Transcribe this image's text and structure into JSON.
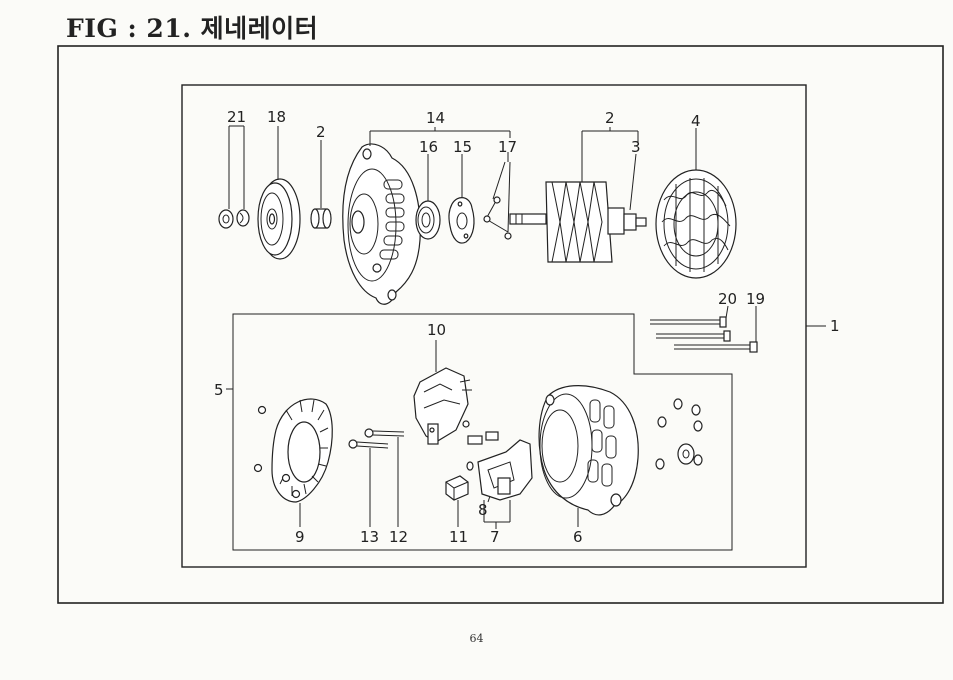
{
  "title": "FIG : 21. 제네레이터",
  "page_number": "64",
  "callouts": {
    "c1": "1",
    "c2a": "2",
    "c2b": "2",
    "c3": "3",
    "c4": "4",
    "c5": "5",
    "c6": "6",
    "c7": "7",
    "c8": "8",
    "c9": "9",
    "c10": "10",
    "c11": "11",
    "c12": "12",
    "c13": "13",
    "c14": "14",
    "c15": "15",
    "c16": "16",
    "c17": "17",
    "c18": "18",
    "c19": "19",
    "c20": "20",
    "c21": "21"
  }
}
